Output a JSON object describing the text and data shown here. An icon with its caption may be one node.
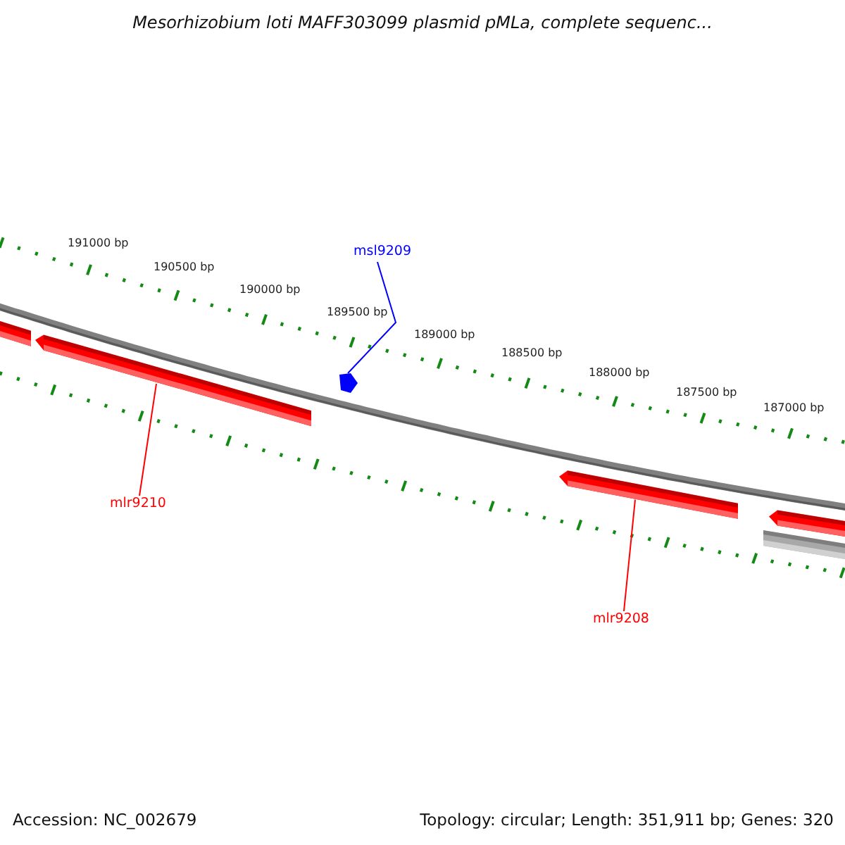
{
  "diagram": {
    "title": "Mesorhizobium loti MAFF303099 plasmid pMLa, complete sequenc...",
    "nodes": [
      {
        "text": [
          "msl9209"
        ]
      },
      {
        "text": [
          "mlr9210"
        ]
      },
      {
        "text": [
          "mlr9208"
        ]
      },
      {
        "text": [],
        "shape": "bar"
      },
      {
        "text": [],
        "shape": "bar"
      },
      {
        "text": [],
        "shape": "pentagon"
      },
      {
        "text": [],
        "shape": "bar"
      },
      {
        "text": [],
        "shape": "bar"
      },
      {
        "text": [],
        "shape": "bar"
      }
    ],
    "edges": [
      {
        "from": 0,
        "to": 5,
        "arrow": "none",
        "color": "#0000ff"
      },
      {
        "from": 1,
        "to": 4,
        "arrow": "none"
      },
      {
        "from": 2,
        "to": 6,
        "arrow": "none"
      }
    ],
    "labels": [
      "191000 bp",
      "190500 bp",
      "190000 bp",
      "189500 bp",
      "189000 bp",
      "188500 bp",
      "188000 bp",
      "187500 bp",
      "187000 bp",
      "Accession: NC_002679",
      "Topology: circular; Length: 351,911 bp; Genes: 320"
    ]
  }
}
